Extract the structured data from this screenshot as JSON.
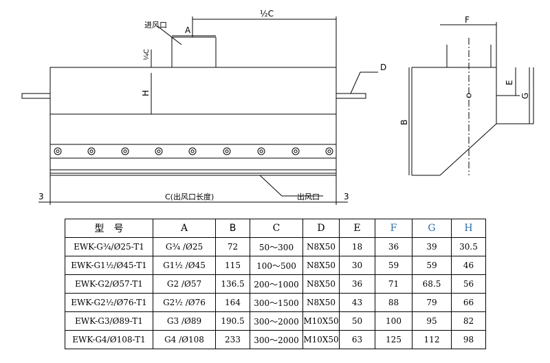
{
  "drawing": {
    "labels": {
      "inlet": "进风口",
      "outlet": "出风口",
      "c_length": "C(出风口长度)",
      "half_c": "½C",
      "a": "A",
      "c_over_4": "¼C",
      "h": "H",
      "d": "D",
      "three_left": "3",
      "three_right": "3",
      "f": "F",
      "e": "E",
      "g": "G",
      "b": "B"
    }
  },
  "table": {
    "headers": [
      "型　号",
      "A",
      "B",
      "C",
      "D",
      "E",
      "F",
      "G",
      "H"
    ],
    "rows": [
      [
        "EWK-G¾/Ø25-T1",
        "G¾ /Ø25",
        "72",
        "50～300",
        "N8X50",
        "18",
        "36",
        "39",
        "30.5"
      ],
      [
        "EWK-G1½/Ø45-T1",
        "G1½ /Ø45",
        "115",
        "100～500",
        "N8X50",
        "30",
        "59",
        "59",
        "46"
      ],
      [
        "EWK-G2/Ø57-T1",
        "G2 /Ø57",
        "136.5",
        "200～1000",
        "N8X50",
        "36",
        "71",
        "68.5",
        "56"
      ],
      [
        "EWK-G2½/Ø76-T1",
        "G2½ /Ø76",
        "164",
        "300～1500",
        "N8X50",
        "43",
        "88",
        "79",
        "66"
      ],
      [
        "EWK-G3/Ø89-T1",
        "G3 /Ø89",
        "190.5",
        "300～2000",
        "M10X50",
        "50",
        "100",
        "95",
        "82"
      ],
      [
        "EWK-G4/Ø108-T1",
        "G4 /Ø108",
        "233",
        "300～2000",
        "M10X50",
        "63",
        "125",
        "112",
        "98"
      ]
    ]
  }
}
